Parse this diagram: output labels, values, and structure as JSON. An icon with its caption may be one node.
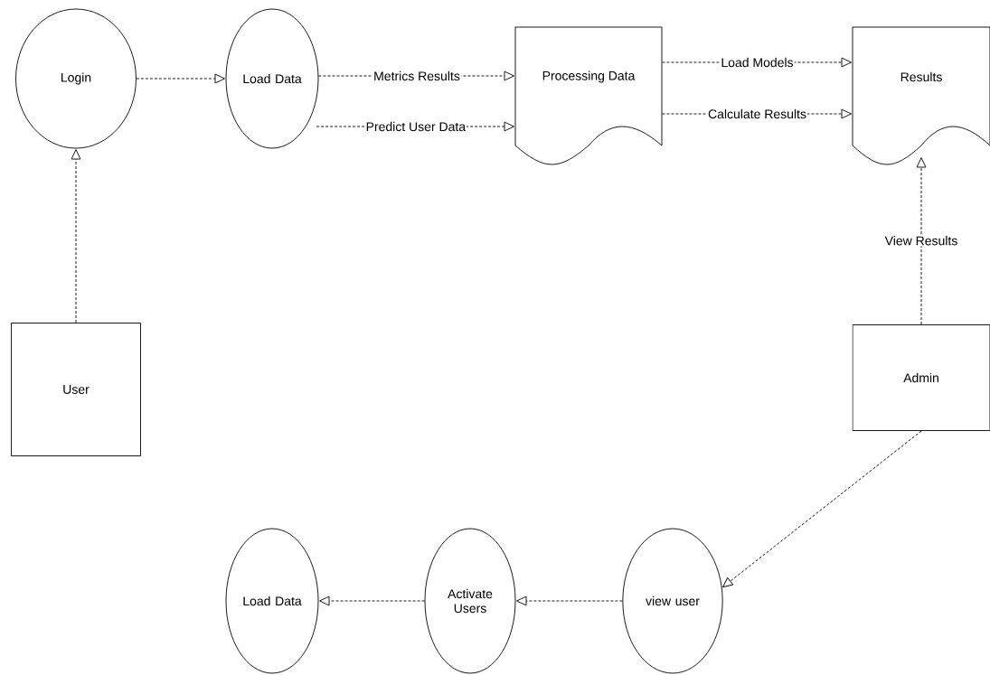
{
  "diagram": {
    "nodes": [
      {
        "text": [
          "Login"
        ]
      },
      {
        "text": [
          "Load Data"
        ]
      },
      {
        "text": [
          "Processing Data"
        ]
      },
      {
        "text": [
          "Results"
        ]
      },
      {
        "text": [
          "User"
        ]
      },
      {
        "text": [
          "Admin"
        ]
      },
      {
        "text": [
          "view user"
        ]
      },
      {
        "text": [
          "Activate Users"
        ]
      },
      {
        "text": [
          "Load Data"
        ]
      }
    ],
    "edges": [
      {
        "from": 0,
        "to": 1,
        "arrow": "to"
      },
      {
        "from": 1,
        "to": 2,
        "arrow": "to",
        "label": "Metrics Results"
      },
      {
        "from": 1,
        "to": 2,
        "arrow": "to",
        "label": "Predict User Data"
      },
      {
        "from": 2,
        "to": 3,
        "arrow": "to",
        "label": "Load Models"
      },
      {
        "from": 2,
        "to": 3,
        "arrow": "to",
        "label": "Calculate Results"
      },
      {
        "from": 4,
        "to": 0,
        "arrow": "to"
      },
      {
        "from": 5,
        "to": 3,
        "arrow": "to",
        "label": "View Results"
      },
      {
        "from": 5,
        "to": 6,
        "arrow": "to"
      },
      {
        "from": 6,
        "to": 7,
        "arrow": "to"
      },
      {
        "from": 7,
        "to": 8,
        "arrow": "to"
      }
    ]
  }
}
